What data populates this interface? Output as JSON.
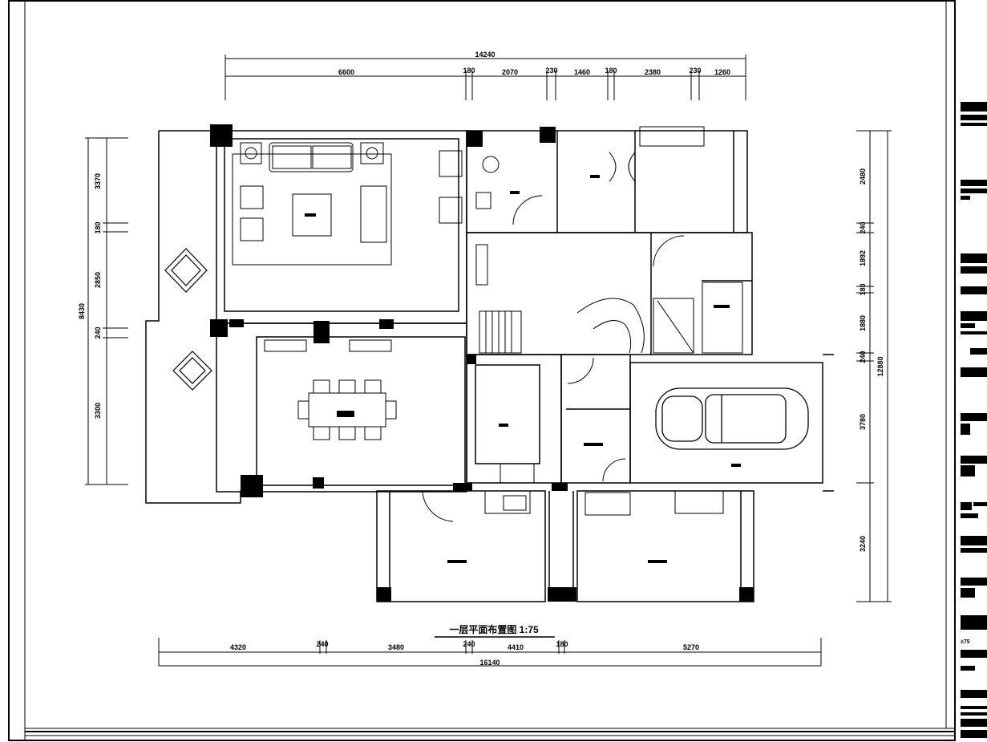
{
  "drawing": {
    "title": "一层平面布置图 1:75",
    "top_dimensions": {
      "overall": "14240",
      "segments": [
        "6600",
        "180",
        "2070",
        "230",
        "1460",
        "180",
        "2380",
        "230",
        "1260"
      ]
    },
    "bottom_dimensions": {
      "overall": "16140",
      "segments": [
        "4320",
        "240",
        "3480",
        "240",
        "4410",
        "180",
        "5270"
      ]
    },
    "left_dimensions": {
      "overall": "8430",
      "segments": [
        "3370",
        "180",
        "2850",
        "240",
        "3300"
      ]
    },
    "right_dimensions": {
      "overall": "12880",
      "segments": [
        "2480",
        "240",
        "1892",
        "180",
        "1880",
        "240",
        "3780",
        "3240"
      ]
    },
    "side_panel": {
      "label": "±75"
    }
  }
}
